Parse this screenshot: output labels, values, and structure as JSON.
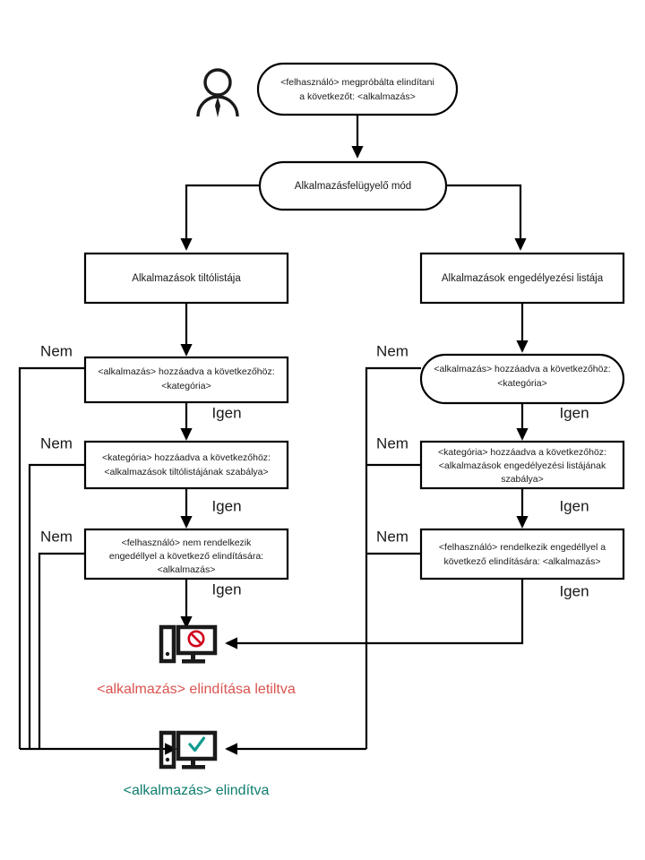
{
  "diagram": {
    "title": "Alkalmazasfelugyelo mod dontesi folyamatabra",
    "colors": {
      "stroke": "#000000",
      "text": "#1a1a1a",
      "blocked": "#d9534f",
      "blocked_icon": "#d0021b",
      "started": "#0f7d6e",
      "started_icon": "#0f9b8e",
      "background": "#ffffff"
    },
    "icons": {
      "user": "user-person-icon",
      "blocked_computer": "computer-blocked-icon",
      "allowed_computer": "computer-allowed-icon"
    },
    "nodes": {
      "start": {
        "shape": "stadium",
        "line1": "<felhasználó> megpróbálta elindítani",
        "line2": "a következőt: <alkalmazás>"
      },
      "mode": {
        "shape": "stadium",
        "line1": "Alkalmazásfelügyelő mód"
      },
      "deny_list": {
        "shape": "rect",
        "line1": "Alkalmazások tiltólistája"
      },
      "allow_list": {
        "shape": "rect",
        "line1": "Alkalmazások engedélyezési listája"
      },
      "deny_app_in_category": {
        "shape": "rect",
        "line1": "<alkalmazás> hozzáadva a következőhöz:",
        "line2": "<kategória>"
      },
      "allow_app_in_category": {
        "shape": "stadium",
        "line1": "<alkalmazás> hozzáadva a következőhöz:",
        "line2": "<kategória>"
      },
      "deny_category_in_rule": {
        "shape": "rect",
        "line1": "<kategória> hozzáadva a következőhöz:",
        "line2": "<alkalmazások tiltólistájának szabálya>"
      },
      "allow_category_in_rule": {
        "shape": "rect",
        "line1": "<kategória> hozzáadva a következőhöz:",
        "line2": "<alkalmazások engedélyezési listájának",
        "line3": "szabálya>"
      },
      "deny_user_no_permission": {
        "shape": "rect",
        "line1": "<felhasználó> nem rendelkezik",
        "line2": "engedéllyel a következő elindítására:",
        "line3": "<alkalmazás>"
      },
      "allow_user_permission": {
        "shape": "rect",
        "line1": "<felhasználó> rendelkezik engedéllyel a",
        "line2": "következő elindítására: <alkalmazás>"
      }
    },
    "edge_labels": {
      "no": "Nem",
      "yes": "Igen"
    },
    "edges": [
      {
        "id": "left-app-category-no",
        "label": "Nem"
      },
      {
        "id": "left-app-category-yes",
        "label": "Igen"
      },
      {
        "id": "left-category-rule-no",
        "label": "Nem"
      },
      {
        "id": "left-category-rule-yes",
        "label": "Igen"
      },
      {
        "id": "left-user-perm-no",
        "label": "Nem"
      },
      {
        "id": "left-user-perm-yes",
        "label": "Igen"
      },
      {
        "id": "right-app-category-no",
        "label": "Nem"
      },
      {
        "id": "right-app-category-yes",
        "label": "Igen"
      },
      {
        "id": "right-category-rule-no",
        "label": "Nem"
      },
      {
        "id": "right-category-rule-yes",
        "label": "Igen"
      },
      {
        "id": "right-user-perm-no",
        "label": "Nem"
      },
      {
        "id": "right-user-perm-yes",
        "label": "Igen"
      }
    ],
    "outcomes": {
      "blocked": {
        "caption_app": "<alkalmazás>",
        "caption_text": "elindítása letiltva",
        "caption_full": "<alkalmazás>  elindítása letiltva"
      },
      "started": {
        "caption_app": "<alkalmazás>",
        "caption_text": "elindítva",
        "caption_full": "<alkalmazás>  elindítva"
      }
    }
  }
}
